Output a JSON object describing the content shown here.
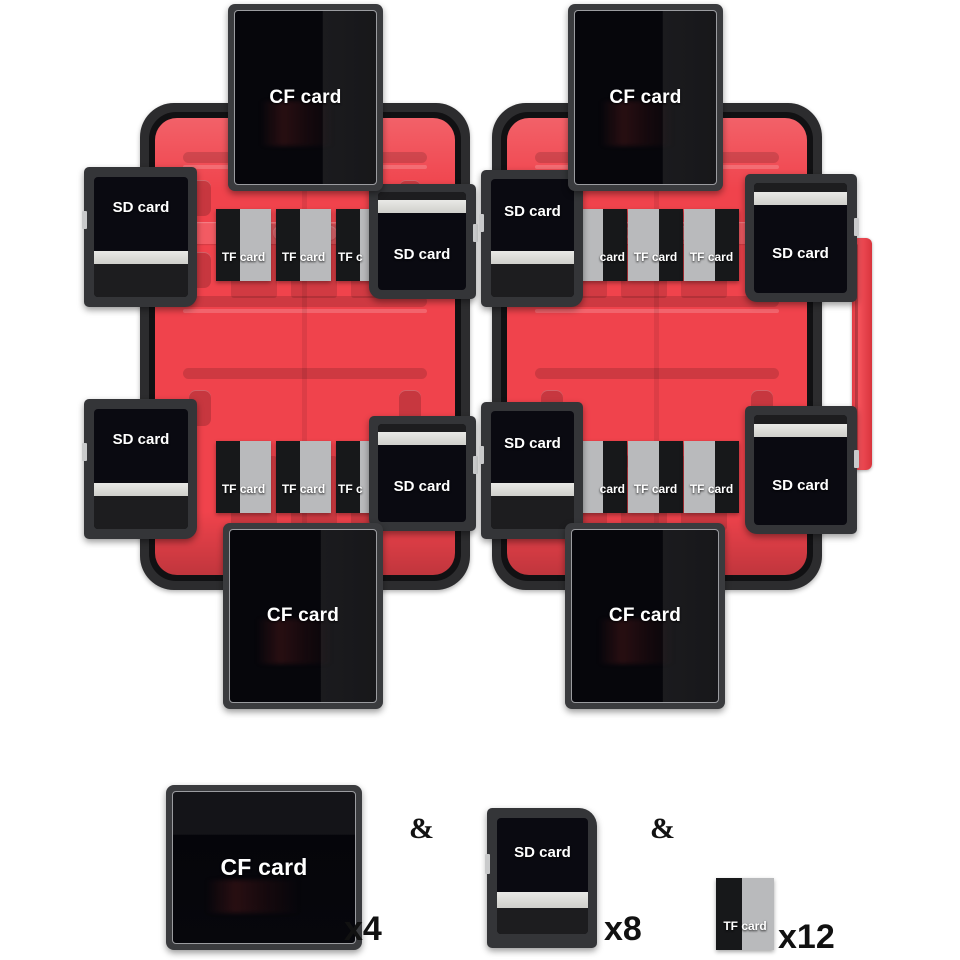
{
  "product": {
    "type": "memory-card-storage-case",
    "body_color": "#f0434c",
    "shell_color": "#2c2c2e",
    "card_face_color": "#0a0a11",
    "strip_color": "#e4e4e0"
  },
  "labels": {
    "cf": "CF card",
    "sd": "SD card",
    "tf": "TF card",
    "tf_clipped": "TF c"
  },
  "legend": {
    "items": [
      {
        "name": "CF card",
        "label": "CF card",
        "count": "x4"
      },
      {
        "name": "SD card",
        "label": "SD card",
        "count": "x8"
      },
      {
        "name": "TF card",
        "label": "TF card",
        "count": "x12"
      }
    ],
    "separators": [
      "&",
      "&"
    ]
  },
  "cases": [
    {
      "name": "left-case",
      "cf_cards": [
        "CF card",
        "CF card"
      ],
      "sd_cards": [
        "SD card",
        "SD card",
        "SD card",
        "SD card"
      ],
      "tf_rows": [
        [
          "TF card",
          "TF card",
          "TF c"
        ],
        [
          "TF card",
          "TF card",
          "TF c"
        ]
      ]
    },
    {
      "name": "right-case",
      "cf_cards": [
        "CF card",
        "CF card"
      ],
      "sd_cards": [
        "SD card",
        "SD card",
        "SD card",
        "SD card"
      ],
      "tf_rows": [
        [
          "card",
          "TF card",
          "TF card"
        ],
        [
          "card",
          "TF card",
          "TF card"
        ]
      ],
      "has_latch": true
    }
  ]
}
